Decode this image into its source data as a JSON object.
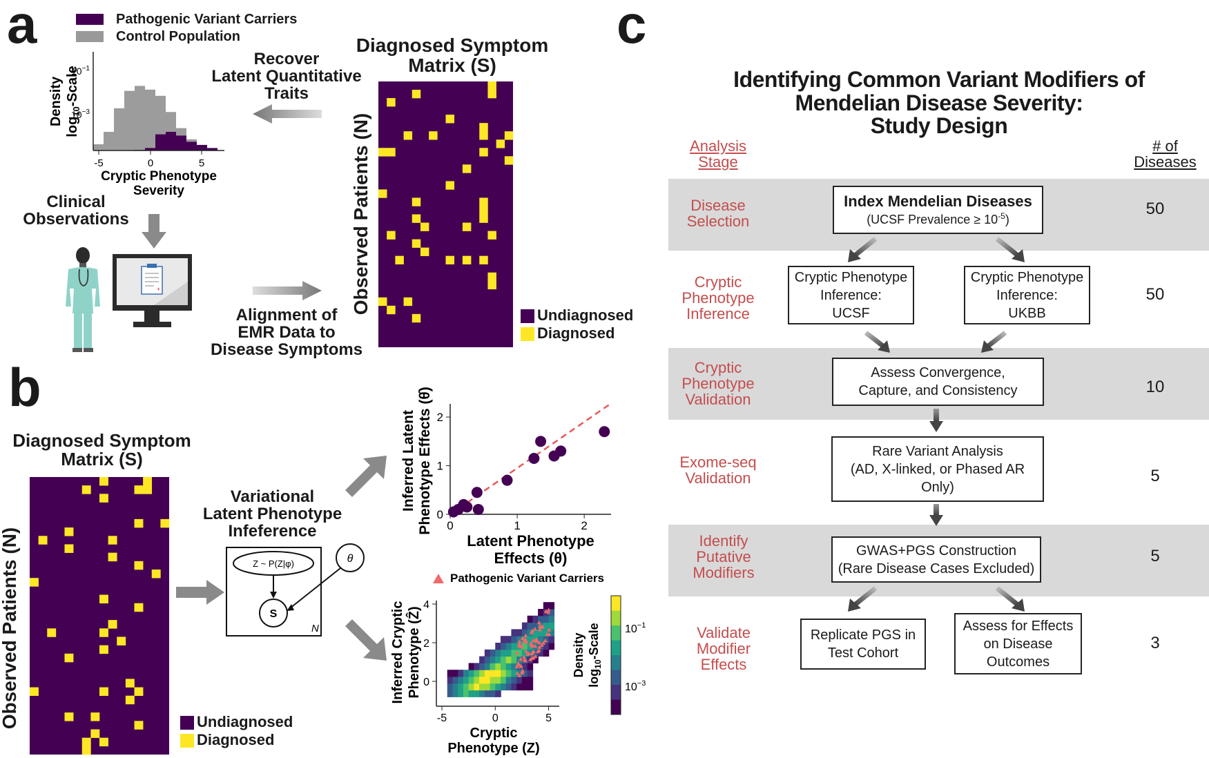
{
  "panels": {
    "a": "a",
    "b": "b",
    "c": "c"
  },
  "panel_a": {
    "legend": {
      "carriers": "Pathogenic Variant Carriers",
      "control": "Control Population"
    },
    "histogram": {
      "ylabel_line1": "Density",
      "ylabel_line2": "log10-Scale",
      "ytick_top": "10−1",
      "ytick_bottom": "10−3",
      "xticks": [
        "-5",
        "0",
        "5"
      ],
      "xlabel_line1": "Cryptic Phenotype",
      "xlabel_line2": "Severity",
      "control_values": [
        0.5,
        1.5,
        3.4,
        4.8,
        5.2,
        4.9,
        4.4,
        3.1,
        1.8,
        0.9
      ],
      "carrier_values": [
        0,
        0,
        0,
        0,
        0.05,
        0.2,
        1.3,
        1.5,
        1.2,
        0.7,
        0.45,
        0.2
      ]
    },
    "recover_label": [
      "Recover",
      "Latent Quantitative",
      "Traits"
    ],
    "clinical_label": [
      "Clinical",
      "Observations"
    ],
    "alignment_label": [
      "Alignment of",
      "EMR Data to",
      "Disease Symptoms"
    ],
    "matrix_title": [
      "Diagnosed Symptom",
      "Matrix (S)"
    ],
    "matrix_ylabel": "Observed Patients (N)",
    "matrix_legend": {
      "undiagnosed": "Undiagnosed",
      "diagnosed": "Diagnosed"
    },
    "colors": {
      "undiagnosed": "#440154",
      "diagnosed": "#fde725",
      "control": "#999999"
    }
  },
  "panel_b": {
    "matrix_title": [
      "Diagnosed Symptom",
      "Matrix (S)"
    ],
    "matrix_ylabel": "Observed Patients (N)",
    "matrix_legend": {
      "undiagnosed": "Undiagnosed",
      "diagnosed": "Diagnosed"
    },
    "method_label": [
      "Variational",
      "Latent Phenotype",
      "Infeference"
    ],
    "model": {
      "z_node": "Z ~ P(Z|φ)",
      "s_node": "S",
      "theta_node": "θ",
      "plate": "N"
    },
    "scatter": {
      "ylabel_line1": "Inferred Latent",
      "ylabel_line2": "Phenotype Effects (θ̂)",
      "xlabel_line1": "Latent Phenotype",
      "xlabel_line2": "Effects (θ)",
      "xticks": [
        "0",
        "1",
        "2"
      ],
      "yticks": [
        "0",
        "1",
        "2"
      ]
    },
    "density": {
      "legend": "Pathogenic Variant Carriers",
      "ylabel_line1": "Inferred Cryptic",
      "ylabel_line2": "Phenotype (Ẑ)",
      "xlabel_line1": "Cryptic",
      "xlabel_line2": "Phenotype (Z)",
      "xticks": [
        "-5",
        "0",
        "5"
      ],
      "yticks": [
        "0",
        "2",
        "4"
      ],
      "cbar_label_line1": "Density",
      "cbar_label_line2": "log10-Scale",
      "cbar_ticks": [
        "10−1",
        "10−3"
      ]
    }
  },
  "chart_data": [
    {
      "type": "scatter",
      "xlabel": "Latent Phenotype Effects (θ)",
      "ylabel": "Inferred Latent Phenotype Effects (θ̂)",
      "xlim": [
        0,
        2.4
      ],
      "ylim": [
        0,
        2.2
      ],
      "x": [
        0.05,
        0.12,
        0.2,
        0.25,
        0.4,
        0.42,
        0.85,
        1.25,
        1.35,
        1.55,
        1.65,
        2.3
      ],
      "y": [
        0.05,
        0.1,
        0.2,
        0.15,
        0.45,
        0.1,
        0.7,
        1.15,
        1.5,
        1.2,
        1.3,
        1.7
      ],
      "reference_line": "y = x (dashed)"
    },
    {
      "type": "heatmap",
      "xlabel": "Cryptic Phenotype (Z)",
      "ylabel": "Inferred Cryptic Phenotype (Ẑ)",
      "xlim": [
        -5,
        6
      ],
      "ylim": [
        -1,
        4
      ],
      "series": [
        {
          "name": "Pathogenic Variant Carriers",
          "marker": "triangle"
        }
      ]
    }
  ],
  "panel_c": {
    "title": [
      "Identifying Common Variant Modifiers of",
      "Mendelian Disease Severity:",
      "Study Design"
    ],
    "col_stage": [
      "Analysis",
      "Stage"
    ],
    "col_count": [
      "# of",
      "Diseases"
    ],
    "rows": [
      {
        "stage": [
          "Disease",
          "Selection"
        ],
        "count": "50"
      },
      {
        "stage": [
          "Cryptic",
          "Phenotype",
          "Inference"
        ],
        "count": "50"
      },
      {
        "stage": [
          "Cryptic",
          "Phenotype",
          "Validation"
        ],
        "count": "10"
      },
      {
        "stage": [
          "Exome-seq",
          "Validation"
        ],
        "count": "5"
      },
      {
        "stage": [
          "Identify",
          "Putative",
          "Modifiers"
        ],
        "count": "5"
      },
      {
        "stage": [
          "Validate",
          "Modifier",
          "Effects"
        ],
        "count": "3"
      }
    ],
    "boxes": {
      "index_title": "Index Mendelian Diseases",
      "index_sub": "(UCSF Prevalence ≥ 10",
      "index_sup": "-5",
      "index_close": ")",
      "ucsf": [
        "Cryptic Phenotype",
        "Inference:",
        "UCSF"
      ],
      "ukbb": [
        "Cryptic Phenotype",
        "Inference:",
        "UKBB"
      ],
      "assess": [
        "Assess Convergence,",
        "Capture, and Consistency"
      ],
      "rare": [
        "Rare Variant Analysis",
        "(AD, X-linked, or Phased AR",
        "Only)"
      ],
      "gwas": [
        "GWAS+PGS Construction",
        "(Rare Disease Cases Excluded)"
      ],
      "replicate": [
        "Replicate PGS in",
        "Test Cohort"
      ],
      "outcomes": [
        "Assess for Effects",
        "on Disease",
        "Outcomes"
      ]
    }
  }
}
